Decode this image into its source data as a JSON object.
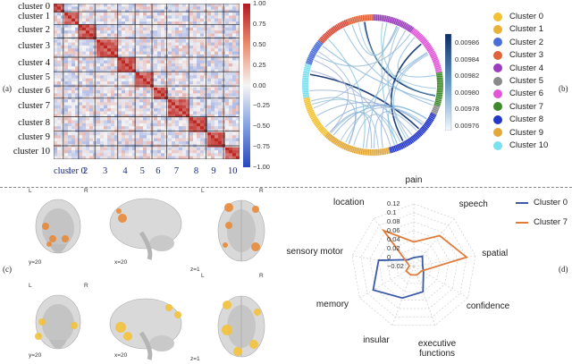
{
  "panels": {
    "a": "(a)",
    "b": "(b)",
    "c": "(c)",
    "d": "(d)"
  },
  "heatmap": {
    "cluster_labels": [
      "cluster 0",
      "cluster 1",
      "cluster 2",
      "cluster 3",
      "cluster 4",
      "cluster 5",
      "cluster 6",
      "cluster 7",
      "cluster 8",
      "cluster 9",
      "cluster 10"
    ],
    "x_prefix": "cluster 0",
    "x_numbers": [
      "1",
      "2",
      "3",
      "4",
      "5",
      "6",
      "7",
      "8",
      "9",
      "10"
    ],
    "colorbar_ticks": [
      "1.00",
      "0.75",
      "0.50",
      "0.25",
      "0.00",
      "−0.25",
      "−0.50",
      "−0.75",
      "−1.00"
    ]
  },
  "chord": {
    "colorbar_ticks": [
      "0.00986",
      "0.00984",
      "0.00982",
      "0.00980",
      "0.00978",
      "0.00976"
    ]
  },
  "legend": [
    {
      "label": "Cluster 0",
      "color": "#f2c233"
    },
    {
      "label": "Cluster 1",
      "color": "#e8b23a"
    },
    {
      "label": "Cluster 2",
      "color": "#4a6fd6"
    },
    {
      "label": "Cluster 3",
      "color": "#e0643a"
    },
    {
      "label": "Cluster 4",
      "color": "#9b3dbd"
    },
    {
      "label": "Cluster 5",
      "color": "#8a8a8a"
    },
    {
      "label": "Cluster 6",
      "color": "#e255d8"
    },
    {
      "label": "Cluster 7",
      "color": "#3e8a2a"
    },
    {
      "label": "Cluster 8",
      "color": "#2438c8"
    },
    {
      "label": "Cluster 9",
      "color": "#e3a83a"
    },
    {
      "label": "Cluster 10",
      "color": "#7ae0f0"
    }
  ],
  "brains": {
    "top": {
      "coronal": "y=20",
      "sagittal": "x=20",
      "axial": "z=1",
      "L": "L",
      "R": "R"
    },
    "bottom": {
      "coronal": "y=20",
      "sagittal": "x=20",
      "axial": "z=1",
      "L": "L",
      "R": "R"
    }
  },
  "chart_data": {
    "type": "radar",
    "axes": [
      "pain",
      "speech",
      "spatial",
      "confidence",
      "executive functions",
      "insular",
      "memory",
      "sensory motor",
      "location"
    ],
    "r_ticks": [
      "0.12",
      "0.1",
      "0.08",
      "0.06",
      "0.04",
      "0.02",
      "0",
      "−0.02"
    ],
    "rlim": [
      -0.02,
      0.12
    ],
    "series": [
      {
        "name": "Cluster 0",
        "color": "#3b5ba8",
        "values": [
          0.0,
          0.01,
          0.0,
          0.005,
          0.04,
          0.055,
          0.085,
          0.06,
          0.0
        ]
      },
      {
        "name": "Cluster 7",
        "color": "#e07b39",
        "values": [
          0.035,
          0.07,
          0.1,
          0.0,
          0.0,
          0.0,
          0.0,
          -0.01,
          0.085
        ]
      }
    ]
  }
}
